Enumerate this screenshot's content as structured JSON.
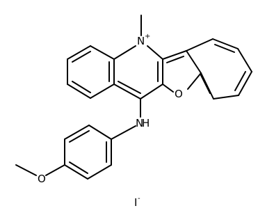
{
  "structure": {
    "atoms": {
      "n_ring": "N",
      "n_charge": "+",
      "o_furan": "O",
      "nh_amine": "N",
      "h_amine": "H",
      "o_methoxy": "O",
      "iodide": "I",
      "iodide_charge": "-"
    }
  }
}
